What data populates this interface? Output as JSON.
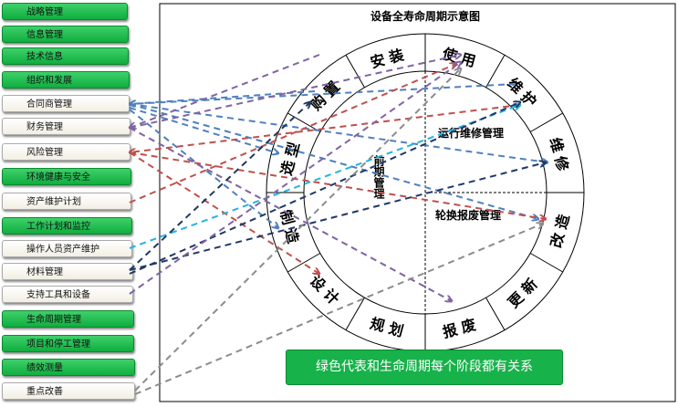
{
  "title": "设备全寿命周期示意图",
  "left_boxes": [
    {
      "label": "战略管理",
      "color": "green"
    },
    {
      "label": "信息管理",
      "color": "green"
    },
    {
      "label": "技术信息",
      "color": "green"
    },
    {
      "label": "组织和发展",
      "color": "green"
    },
    {
      "label": "合同商管理",
      "color": "white"
    },
    {
      "label": "财务管理",
      "color": "white"
    },
    {
      "label": "风险管理",
      "color": "white"
    },
    {
      "label": "环境健康与安全",
      "color": "green"
    },
    {
      "label": "资产维护计划",
      "color": "white"
    },
    {
      "label": "工作计划和监控",
      "color": "green"
    },
    {
      "label": "操作人员资产维护",
      "color": "white"
    },
    {
      "label": "材料管理",
      "color": "white"
    },
    {
      "label": "支持工具和设备",
      "color": "white"
    },
    {
      "label": "生命周期管理",
      "color": "green"
    },
    {
      "label": "项目和停工管理",
      "color": "green"
    },
    {
      "label": "绩效测量",
      "color": "green"
    },
    {
      "label": "重点改善",
      "color": "white"
    }
  ],
  "ring_stages": [
    "使用",
    "维护",
    "维修",
    "改造",
    "更新",
    "报废",
    "规划",
    "设计",
    "制造",
    "选型",
    "购置",
    "安装"
  ],
  "inner_labels": {
    "early": "前期管理",
    "operation": "运行维修管理",
    "rotation": "轮换报废管理"
  },
  "note": "绿色代表和生命周期每个阶段都有关系",
  "colors": {
    "green": "#17b24a",
    "blue": "#4f81bd",
    "purple": "#8064a2",
    "red": "#c0504d",
    "cyan": "#23b5e0",
    "navy": "#1f3864",
    "gray": "#8c8c8c"
  }
}
